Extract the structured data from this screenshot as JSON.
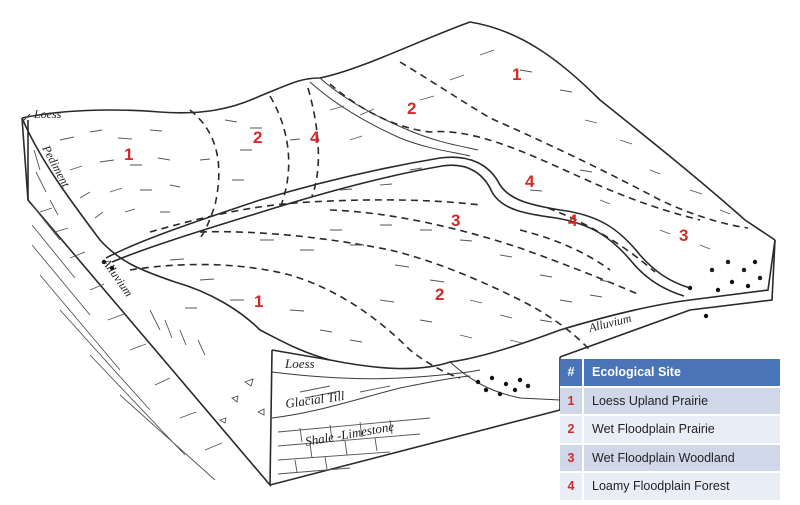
{
  "zone_numbers": {
    "left_upland": "1",
    "left_prairie": "2",
    "left_forest": "4",
    "upper_right_upland": "1",
    "upper_right_prairie": "2",
    "right_forest_top": "4",
    "right_forest_bottom": "4",
    "right_woodland": "3",
    "center_woodland": "3",
    "center_prairie": "2",
    "front_upland": "1"
  },
  "geology_labels": {
    "loess_top": "Loess",
    "pediment": "Pediment",
    "alluvium_left": "Alluvium",
    "alluvium_right": "Alluvium",
    "loess_front": "Loess",
    "glacial_till": "Glacial Till",
    "shale_limestone": "Shale -Limestone"
  },
  "legend": {
    "header_num": "#",
    "header_title": "Ecological Site",
    "rows": [
      {
        "num": "1",
        "name": "Loess Upland Prairie"
      },
      {
        "num": "2",
        "name": "Wet Floodplain Prairie"
      },
      {
        "num": "3",
        "name": "Wet Floodplain Woodland"
      },
      {
        "num": "4",
        "name": "Loamy Floodplain Forest"
      }
    ]
  },
  "colors": {
    "zone_number": "#d12a2a",
    "legend_header": "#4a74b8",
    "legend_row_odd": "#cfd7e8",
    "legend_row_even": "#e9edf5"
  }
}
